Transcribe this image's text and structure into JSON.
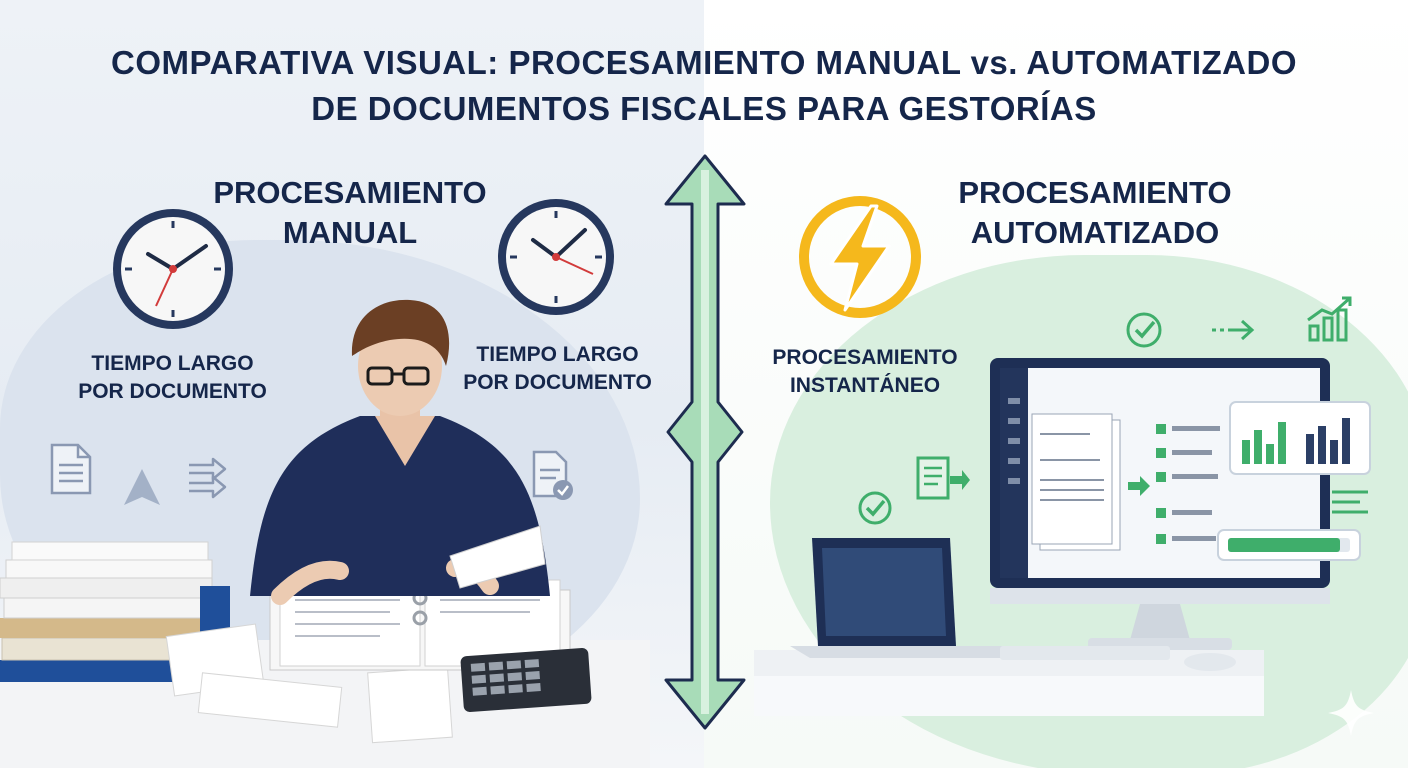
{
  "title": {
    "line1": "COMPARATIVA VISUAL: PROCESAMIENTO MANUAL vs. AUTOMATIZADO",
    "line2": "DE DOCUMENTOS FISCALES PARA GESTORÍAS"
  },
  "manual": {
    "heading_line1": "PROCESAMIENTO",
    "heading_line2": "MANUAL",
    "caption_left_line1": "TIEMPO LARGO",
    "caption_left_line2": "POR DOCUMENTO",
    "caption_right_line1": "TIEMPO LARGO",
    "caption_right_line2": "POR DOCUMENTO"
  },
  "automated": {
    "heading_line1": "PROCESAMIENTO",
    "heading_line2": "AUTOMATIZADO",
    "caption_line1": "PROCESAMIENTO",
    "caption_line2": "INSTANTÁNEO"
  },
  "colors": {
    "navy": "#15264a",
    "green": "#3fae6b",
    "mint": "#cfe9d6",
    "lightning": "#f5b81c",
    "slate": "#5b6b86"
  },
  "icons": [
    "clock-icon",
    "lightning-icon",
    "document-icon",
    "check-icon",
    "arrow-icon",
    "bar-chart-icon",
    "sparkle-icon"
  ]
}
